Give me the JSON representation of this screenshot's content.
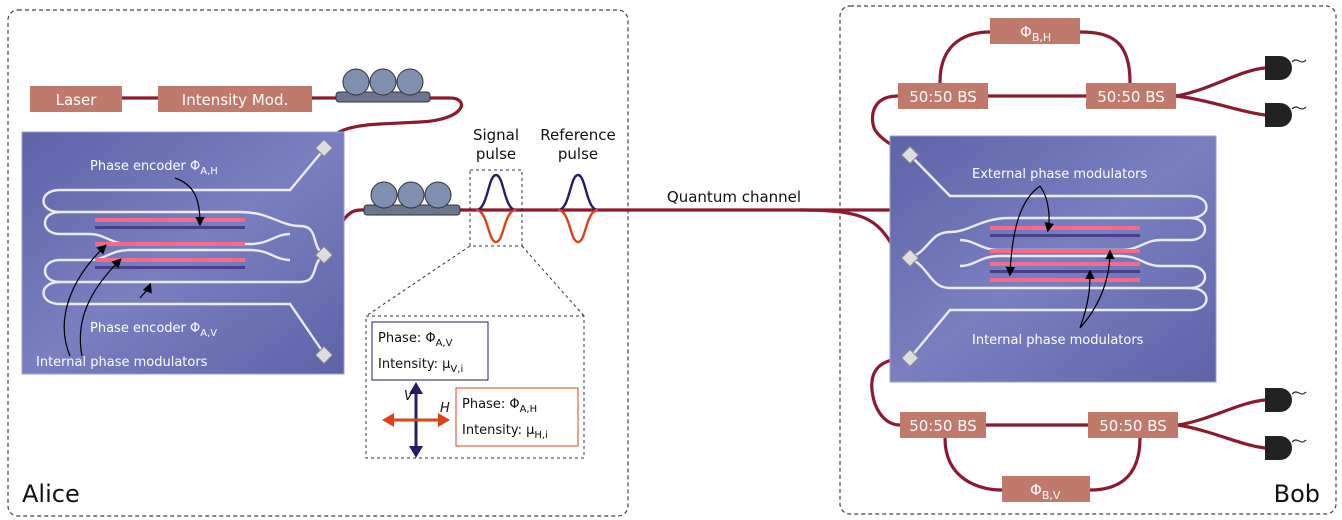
{
  "alice": {
    "label": "Alice",
    "laser": "Laser",
    "intensity_mod": "Intensity Mod.",
    "phase_encoder_h": "Phase encoder Φ",
    "phase_encoder_h_sub": "A,H",
    "phase_encoder_v": "Phase encoder Φ",
    "phase_encoder_v_sub": "A,V",
    "internal_modulators": "Internal phase modulators"
  },
  "pulses": {
    "signal_line1": "Signal",
    "signal_line2": "pulse",
    "reference_line1": "Reference",
    "reference_line2": "pulse"
  },
  "channel": {
    "label": "Quantum channel"
  },
  "inset": {
    "v_phase": "Phase: Φ",
    "v_phase_sub": "A,V",
    "v_intensity": "Intensity: μ",
    "v_intensity_sub": "V,i",
    "h_phase": "Phase: Φ",
    "h_phase_sub": "A,H",
    "h_intensity": "Intensity: μ",
    "h_intensity_sub": "H,i",
    "axis_v": "V",
    "axis_h": "H"
  },
  "bob": {
    "label": "Bob",
    "bs_top_left": "50:50 BS",
    "bs_top_right": "50:50 BS",
    "bs_bottom_left": "50:50 BS",
    "bs_bottom_right": "50:50 BS",
    "phase_top": "Φ",
    "phase_top_sub": "B,H",
    "phase_bottom": "Φ",
    "phase_bottom_sub": "B,V",
    "external_modulators": "External phase modulators",
    "internal_modulators": "Internal phase modulators"
  },
  "colors": {
    "fiber": "#8b1a2e",
    "component": "#c07a6c",
    "chip": "#6a6fb3",
    "waveguide": "#ececf4",
    "pulse_v": "#2a1a6a",
    "pulse_h": "#e04018"
  }
}
